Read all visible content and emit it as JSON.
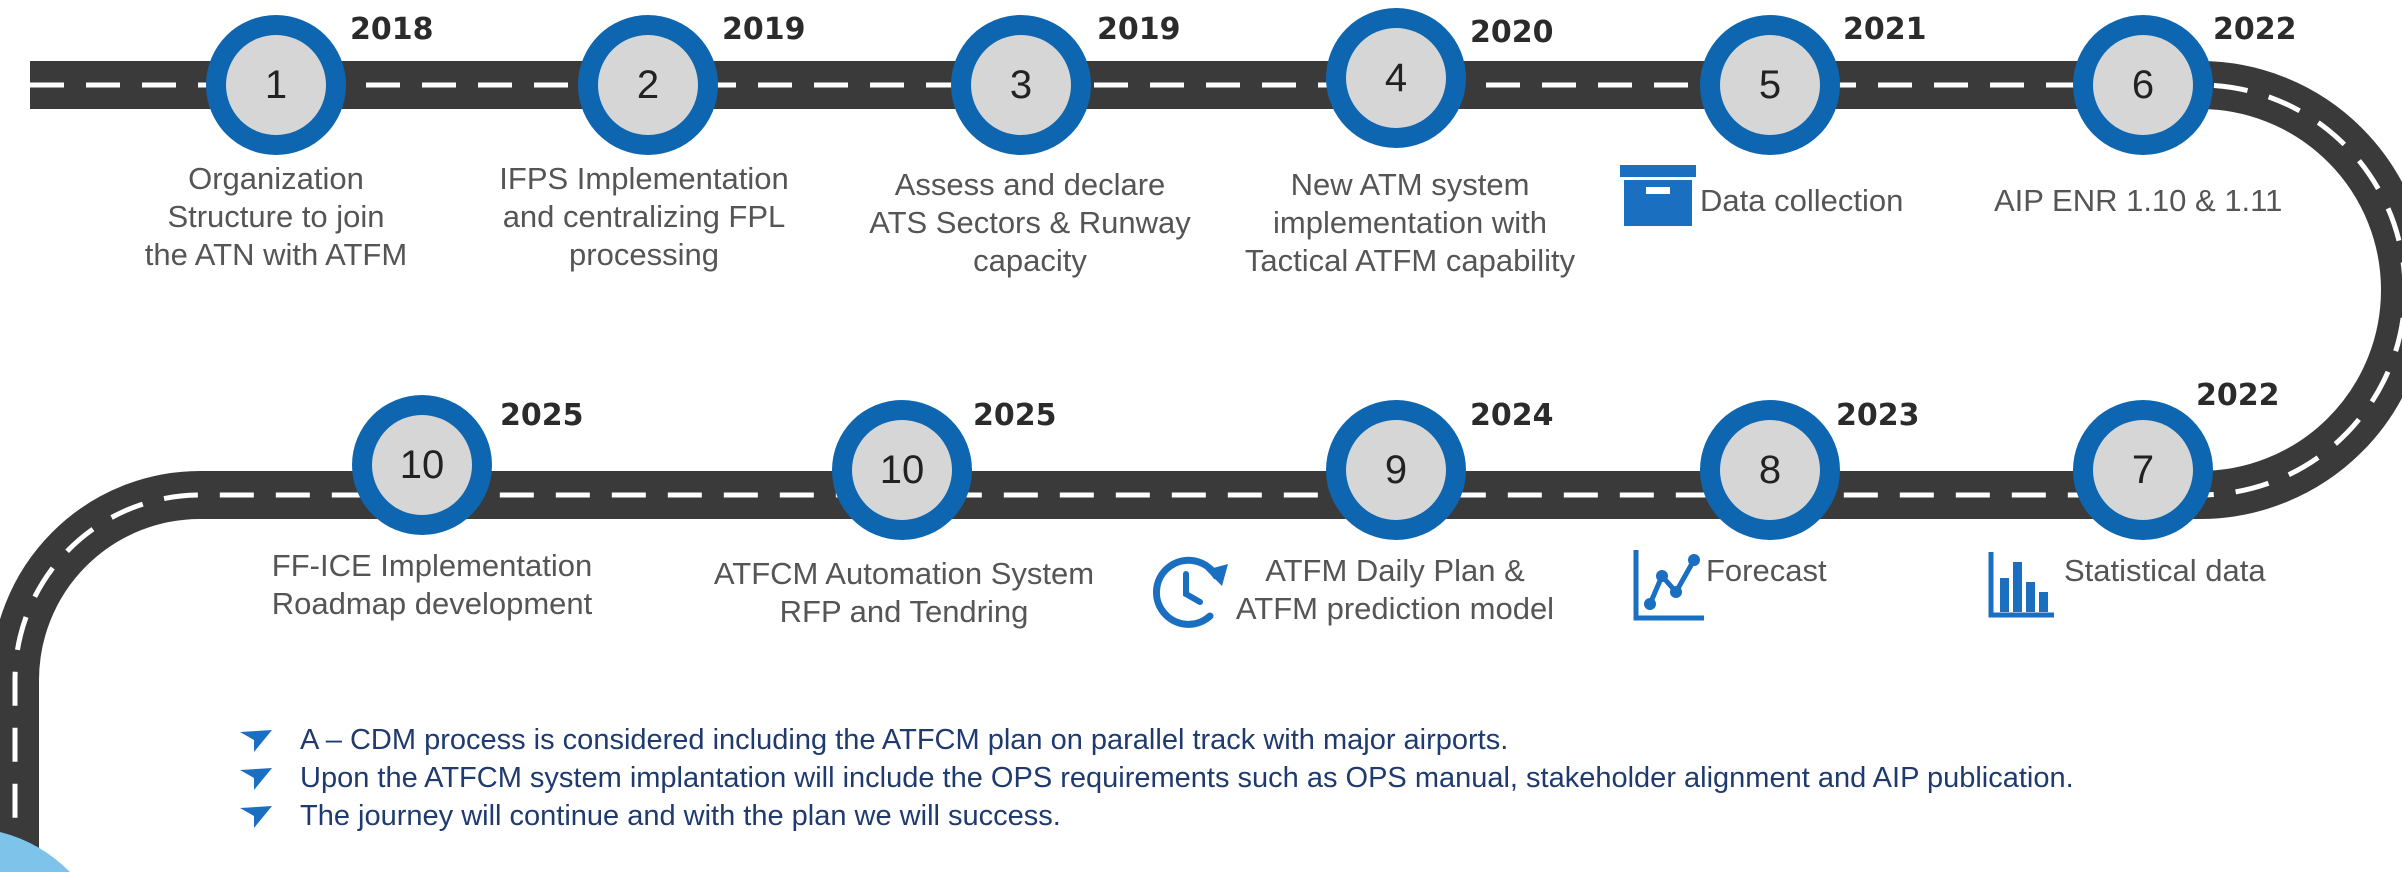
{
  "colors": {
    "road": "#3a3a3a",
    "lane": "#ffffff",
    "circle": "#0f66b0",
    "circle_inner": "#d6d6d6",
    "year": "#2b2b2b",
    "label": "#555555",
    "bullet_text": "#1f3a6e",
    "icon": "#1a6fc0"
  },
  "milestones": [
    {
      "number": "1",
      "year": "2018",
      "label_lines": [
        "Organization",
        "Structure to join",
        "the ATN with ATFM"
      ]
    },
    {
      "number": "2",
      "year": "2019",
      "label_lines": [
        "IFPS Implementation",
        "and centralizing FPL",
        "processing"
      ]
    },
    {
      "number": "3",
      "year": "2019",
      "label_lines": [
        "Assess and declare",
        "ATS Sectors & Runway",
        "capacity"
      ]
    },
    {
      "number": "4",
      "year": "2020",
      "label_lines": [
        "New ATM system",
        "implementation with",
        "Tactical ATFM capability"
      ]
    },
    {
      "number": "5",
      "year": "2021",
      "label_lines": [
        "Data collection"
      ],
      "icon": "archive-box-icon"
    },
    {
      "number": "6",
      "year": "2022",
      "label_lines": [
        "AIP ENR 1.10 & 1.11"
      ]
    },
    {
      "number": "7",
      "year": "2022",
      "label_lines": [
        "Statistical data"
      ],
      "icon": "bar-chart-icon"
    },
    {
      "number": "8",
      "year": "2023",
      "label_lines": [
        "Forecast"
      ],
      "icon": "trend-line-icon"
    },
    {
      "number": "9",
      "year": "2024",
      "label_lines": [
        "ATFM Daily Plan &",
        "ATFM prediction model"
      ],
      "icon": "clock-refresh-icon"
    },
    {
      "number": "10",
      "year": "2025",
      "label_lines": [
        "ATFCM Automation System",
        "RFP and Tendring"
      ]
    },
    {
      "number": "10",
      "year": "2025",
      "label_lines": [
        "FF-ICE Implementation",
        "Roadmap development"
      ]
    }
  ],
  "bullets": [
    "A – CDM process is considered including the ATFCM plan on parallel track with major airports.",
    "Upon the ATFCM system implantation will include the OPS requirements such as OPS manual, stakeholder alignment and AIP publication.",
    "The journey will continue and with the plan we will success."
  ]
}
